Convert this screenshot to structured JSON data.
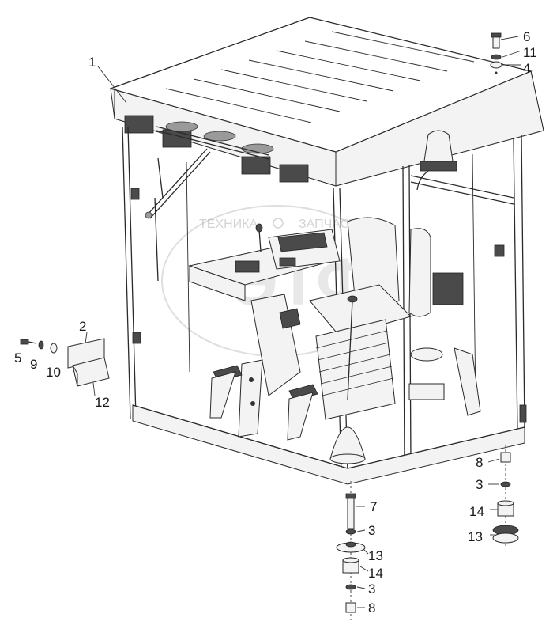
{
  "watermark": {
    "left_word": "ТЕХНИКА",
    "right_word": "ЗАПЧАСТИ",
    "logo": "ЭТФ"
  },
  "callouts": [
    {
      "id": "c1",
      "text": "1"
    },
    {
      "id": "c2",
      "text": "2"
    },
    {
      "id": "c3a",
      "text": "3"
    },
    {
      "id": "c3b",
      "text": "3"
    },
    {
      "id": "c3c",
      "text": "3"
    },
    {
      "id": "c4",
      "text": "4"
    },
    {
      "id": "c5",
      "text": "5"
    },
    {
      "id": "c6",
      "text": "6"
    },
    {
      "id": "c7",
      "text": "7"
    },
    {
      "id": "c8a",
      "text": "8"
    },
    {
      "id": "c8b",
      "text": "8"
    },
    {
      "id": "c9",
      "text": "9"
    },
    {
      "id": "c10",
      "text": "10"
    },
    {
      "id": "c11",
      "text": "11"
    },
    {
      "id": "c12",
      "text": "12"
    },
    {
      "id": "c13a",
      "text": "13"
    },
    {
      "id": "c13b",
      "text": "13"
    },
    {
      "id": "c14a",
      "text": "14"
    },
    {
      "id": "c14b",
      "text": "14"
    }
  ]
}
